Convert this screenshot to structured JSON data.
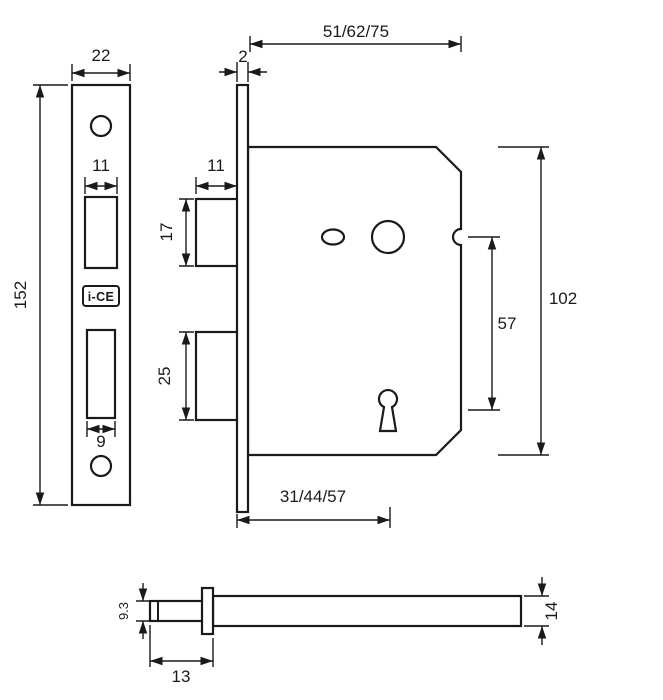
{
  "drawing": {
    "background": "#ffffff",
    "line_color": "#1a1a1a",
    "logo": "i-CE",
    "dimensions": {
      "case_depth_options": "51/62/75",
      "faceplate_width": "22",
      "forend_thickness": "2",
      "faceplate_height": "152",
      "faceplate_latch_cutout_width": "11",
      "latch_bolt_width": "11",
      "latch_bolt_height": "17",
      "deadbolt_height": "25",
      "faceplate_deadbolt_cutout_width": "9",
      "spindle_to_keyhole": "57",
      "case_height": "102",
      "backset_options": "31/44/57",
      "spindle_diameter": "9.3",
      "spindle_length": "13",
      "barrel_diameter": "14"
    }
  }
}
